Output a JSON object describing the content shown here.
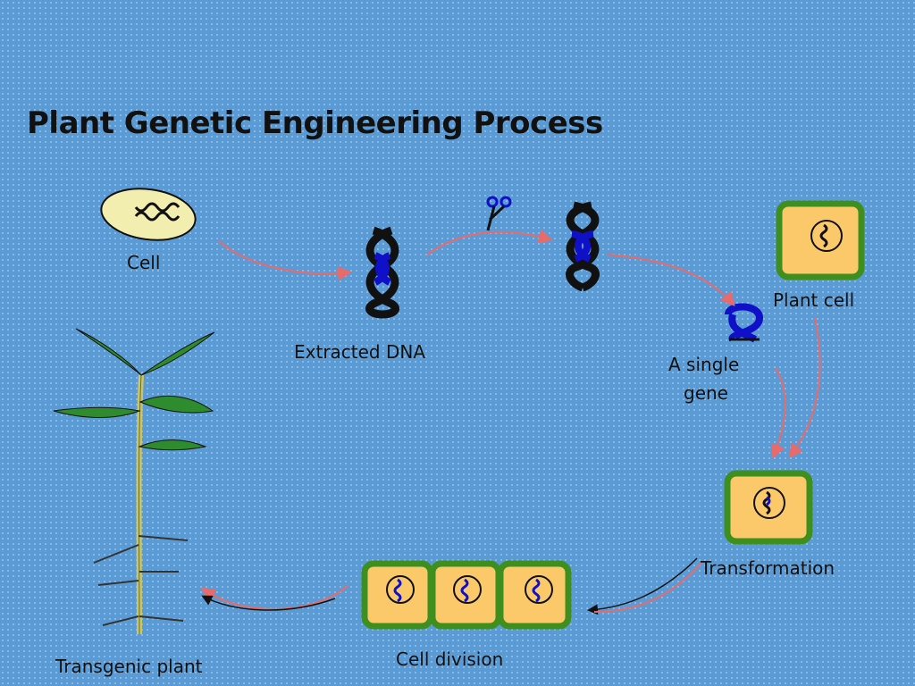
{
  "title": "Plant Genetic Engineering Process",
  "labels": {
    "cell": "Cell",
    "extracted_dna": "Extracted DNA",
    "plant_cell": "Plant cell",
    "single_gene_line1": "A single",
    "single_gene_line2": "gene",
    "transformation": "Transformation",
    "cell_division": "Cell division",
    "transgenic_plant": "Transgenic plant"
  },
  "colors": {
    "background": "#5b9bd5",
    "arrow": "#e86a6a",
    "cell_fill": "#fbc96a",
    "cell_wall": "#3f8f1f",
    "dna_blue": "#1010c8",
    "leaf": "#2e8b2e",
    "stem": "#c9c66a"
  }
}
